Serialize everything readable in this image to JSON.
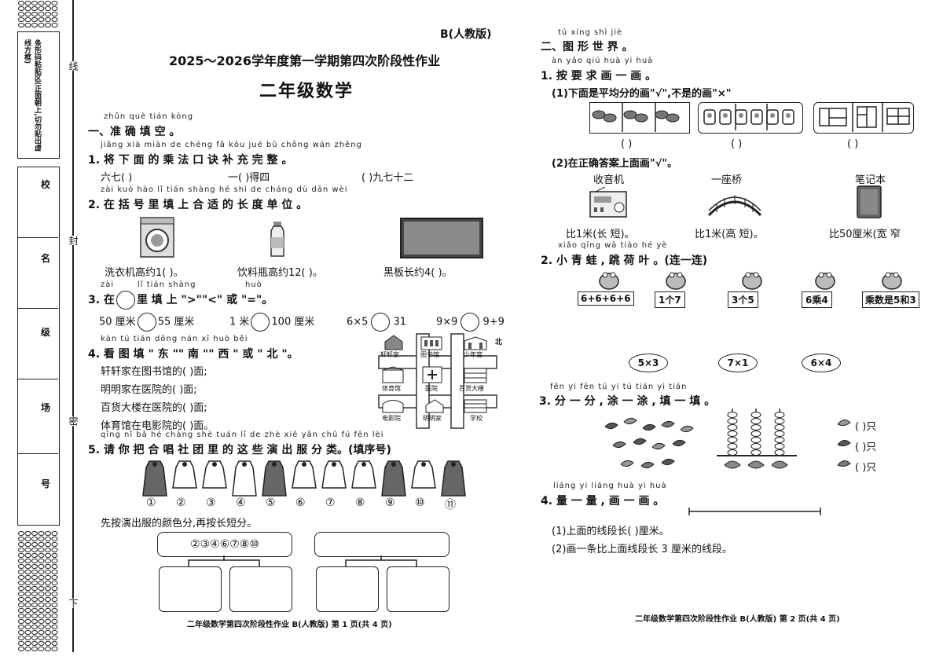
{
  "header": {
    "version": "B(人教版)",
    "exam_title": "2025～2026学年度第一学期第四次阶段性作业",
    "subject": "二年级数学"
  },
  "binding_margin": {
    "notice": "条形码粘贴区(正面朝上,切勿贴出虚线方框)",
    "labels": [
      "校",
      "名",
      "级",
      "场",
      "号"
    ],
    "cut_marks": [
      "线",
      "封",
      "密",
      "下"
    ]
  },
  "section1": {
    "pinyin": "zhǔn què tián kòng",
    "title": "一、准 确 填 空 。",
    "q1": {
      "pinyin": "jiāng xià miàn de chéng fǎ kǒu jué bǔ chōng wán zhěng",
      "text": "1. 将 下 面 的 乘 法 口 诀 补 充 完 整 。",
      "items": [
        "六七(        )",
        "一(        )得四",
        "(        )九七十二"
      ]
    },
    "q2": {
      "pinyin": "zài kuò hào lǐ tián shàng hé shì de cháng dù dān wèi",
      "text": "2. 在 括 号 里 填 上 合 适 的 长 度 单 位 。",
      "items": [
        "洗衣机高约1(      )。",
        "饮料瓶高约12(        )。",
        "黑板长约4(        )。"
      ]
    },
    "q3": {
      "pinyin_zai": "zài",
      "pinyin_li": "lǐ  tián  shàng",
      "pinyin_huo": "huò",
      "text_a": "3. 在",
      "text_b": "里 填 上 \">\"\"<\" 或 \"=\"。",
      "items": [
        {
          "left": "50 厘米",
          "right": "55 厘米"
        },
        {
          "left": "1 米",
          "right": "100 厘米"
        },
        {
          "left": "6×5",
          "right": "31"
        },
        {
          "left": "9×9",
          "right": "9+9"
        }
      ]
    },
    "q4": {
      "pinyin": "kàn tú tián dōng   nán   xī  huò  běi",
      "text": "4. 看 图 填 \" 东 \"\" 南 \"\" 西 \" 或 \" 北 \"。",
      "items": [
        "轩轩家在图书馆的(        )面;",
        "明明家在医院的(        )面;",
        "百货大楼在医院的(        )面;",
        "体育馆在电影院的(        )面。"
      ],
      "map": [
        "轩轩家",
        "图书馆",
        "少年宫",
        "体育馆",
        "医院",
        "百货大楼",
        "电影院",
        "明明家",
        "学校"
      ],
      "compass": "北"
    },
    "q5": {
      "pinyin": "qǐng nǐ bǎ hé chàng shè tuán lǐ de zhè xiē yǎn chū fú fēn lèi",
      "text": "5. 请 你 把 合 唱 社 团 里 的 这 些 演 出 服 分 类。(填序号)",
      "numbers": [
        "①",
        "②",
        "③",
        "④",
        "⑤",
        "⑥",
        "⑦",
        "⑧",
        "⑨",
        "⑩",
        "⑪"
      ],
      "instruction": "先按演出服的颜色分,再按长短分。",
      "group1": "②③④⑥⑦⑧⑩"
    }
  },
  "footer_left": "二年级数学第四次阶段性作业 B(人教版)   第 1 页(共 4 页)",
  "section2": {
    "pinyin": "tú xíng shì jiè",
    "title": "二、图 形 世 界 。",
    "q1": {
      "pinyin": "àn yāo qiú huà yi huà",
      "text": "1. 按 要 求 画 一 画 。",
      "part1": "(1)下面是平均分的画\"√\",不是的画\"×\"",
      "paren": "(        )",
      "part2": "(2)在正确答案上面画\"√\"。",
      "objects": [
        {
          "name": "收音机",
          "text": "比1米(长  短)。"
        },
        {
          "name": "一座桥",
          "text": "比1米(高  短)。"
        },
        {
          "name": "笔记本",
          "text": "比50厘米(宽  窄"
        }
      ]
    },
    "q2": {
      "pinyin": "xiǎo qīng wā  tiào hé yè",
      "text": "2. 小 青 蛙 , 跳 荷 叶 。(连一连)",
      "frogs": [
        "6+6+6+6",
        "1个7",
        "3个5",
        "6乘4",
        "乘数是5和3"
      ],
      "leaves": [
        "5×3",
        "7×1",
        "6×4"
      ]
    },
    "q3": {
      "pinyin": "fēn yi fēn  tú yi tú  tián yi tián",
      "text": "3. 分 一 分 , 涂 一 涂 , 填 一 填 。",
      "answers": [
        "(        )只",
        "(        )只",
        "(        )只"
      ]
    },
    "q4": {
      "pinyin": "liáng yi liáng  huà yi huà",
      "text": "4. 量 一 量 , 画 一 画 。",
      "part1": "(1)上面的线段长(        )厘米。",
      "part2": "(2)画一条比上面线段长 3 厘米的线段。"
    }
  },
  "footer_right": "二年级数学第四次阶段性作业 B(人教版)   第 2 页(共 4 页)"
}
